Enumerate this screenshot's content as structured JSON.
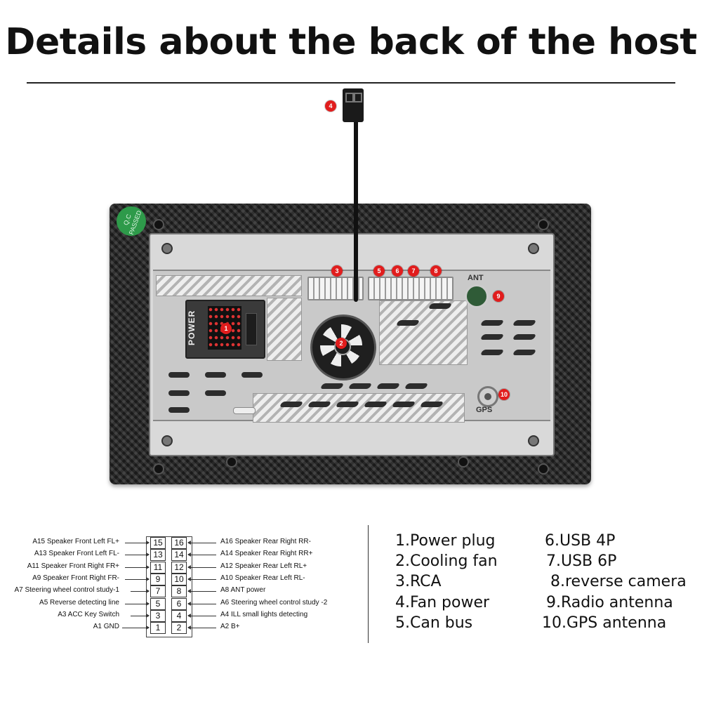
{
  "title": "Details about the back of the host",
  "device": {
    "qc_stamp": [
      "Q.C",
      "PASSED"
    ],
    "power_label": "POWER",
    "ant_label": "ANT",
    "gps_label": "GPS",
    "badge_color": "#e11d1d",
    "badges": [
      "1",
      "2",
      "3",
      "4",
      "5",
      "6",
      "7",
      "8",
      "9",
      "10"
    ]
  },
  "pin_diagram": {
    "left": [
      {
        "label": "A15  Speaker Front Left FL+",
        "pin": "15"
      },
      {
        "label": "A13  Speaker Front Left FL-",
        "pin": "13"
      },
      {
        "label": "A11  Speaker Front Right FR+",
        "pin": "11"
      },
      {
        "label": "A9   Speaker Front Right FR-",
        "pin": "9"
      },
      {
        "label": "A7   Steering wheel control study-1",
        "pin": "7"
      },
      {
        "label": "A5   Reverse detecting line",
        "pin": "5"
      },
      {
        "label": "A3 ACC Key Switch",
        "pin": "3"
      },
      {
        "label": "A1 GND",
        "pin": "1"
      }
    ],
    "right": [
      {
        "label": "A16 Speaker Rear Right RR-",
        "pin": "16"
      },
      {
        "label": "A14 Speaker Rear Right RR+",
        "pin": "14"
      },
      {
        "label": "A12 Speaker Rear Left RL+",
        "pin": "12"
      },
      {
        "label": "A10 Speaker Rear Left RL-",
        "pin": "10"
      },
      {
        "label": "A8   ANT power",
        "pin": "8"
      },
      {
        "label": "A6   Steering wheel control study -2",
        "pin": "6"
      },
      {
        "label": "A4   ILL small lights detecting",
        "pin": "4"
      },
      {
        "label": "A2   B+",
        "pin": "2"
      }
    ]
  },
  "legend": {
    "col1": [
      "1.Power plug",
      "2.Cooling fan",
      "3.RCA",
      "4.Fan power",
      "5.Can bus"
    ],
    "col2": [
      "6.USB 4P",
      "7.USB 6P",
      "8.reverse camera",
      "9.Radio antenna",
      "10.GPS antenna"
    ]
  }
}
